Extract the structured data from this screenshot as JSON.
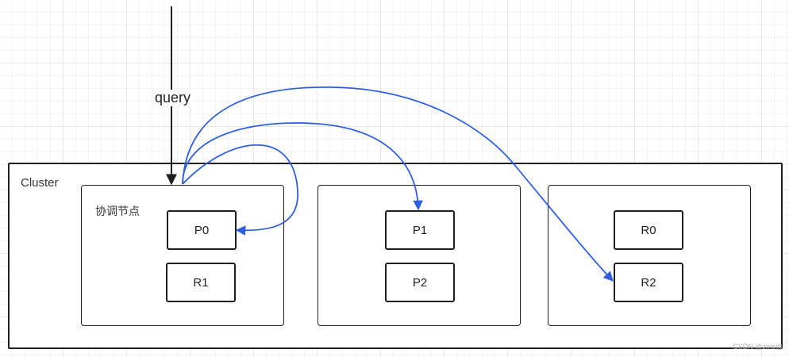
{
  "query": {
    "label": "query"
  },
  "cluster": {
    "label": "Cluster",
    "nodes": [
      {
        "label": "协调节点",
        "shards": [
          "P0",
          "R1"
        ]
      },
      {
        "label": "",
        "shards": [
          "P1",
          "P2"
        ]
      },
      {
        "label": "",
        "shards": [
          "R0",
          "R2"
        ]
      }
    ]
  },
  "colors": {
    "arrow": "#2f5fe0",
    "border": "#1f1f1f",
    "grid": "#e6e6e6"
  },
  "watermark": "CSDN @zmc@"
}
